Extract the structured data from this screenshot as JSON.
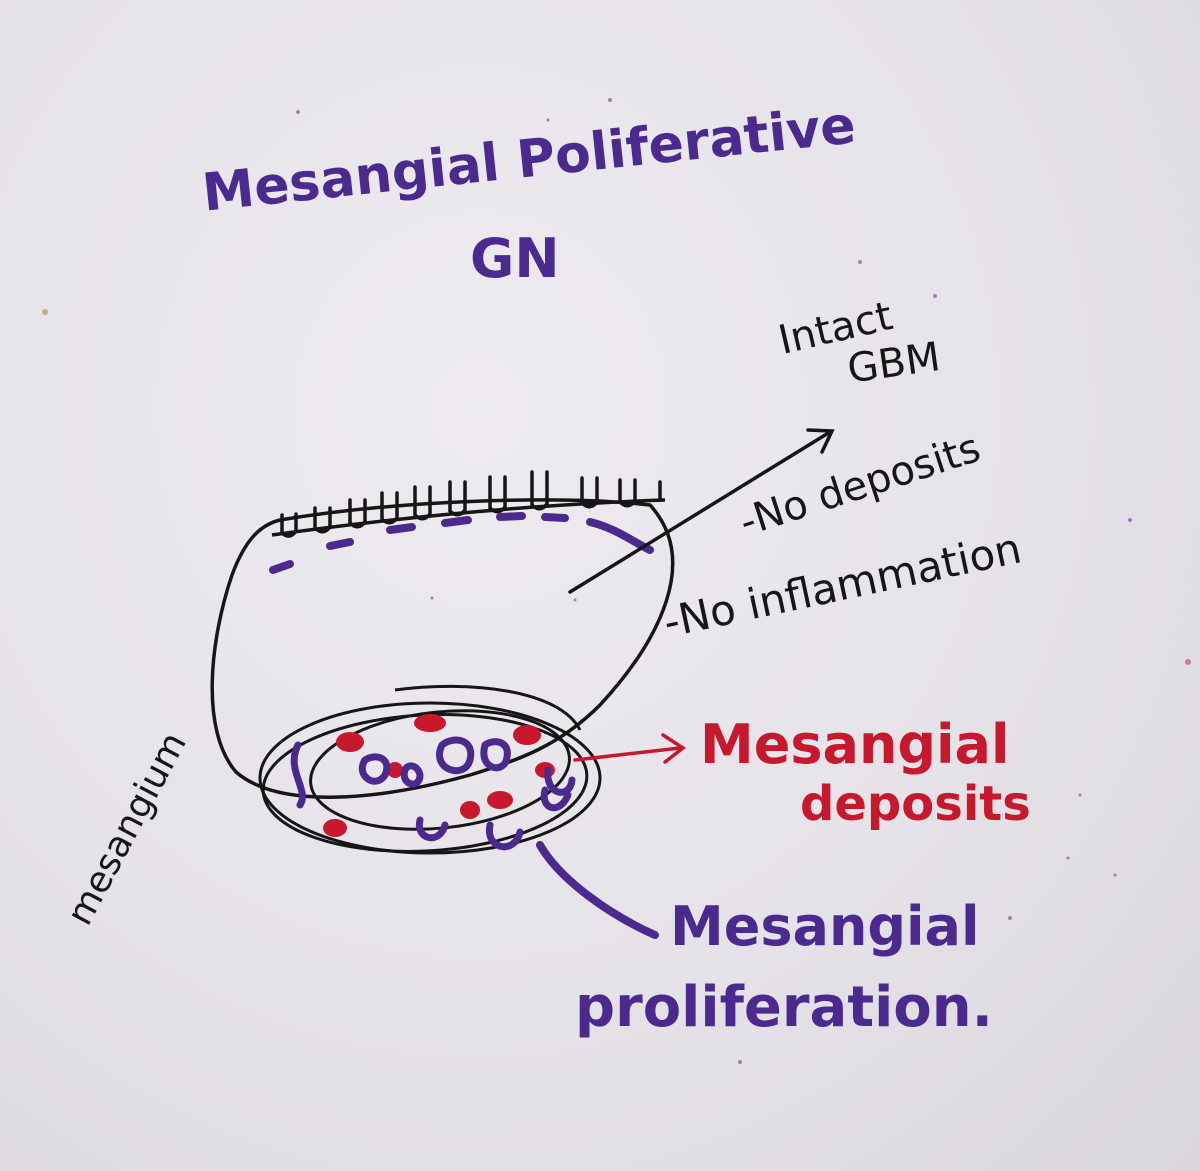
{
  "title": {
    "line1": "Mesangial Poliferative",
    "line2": "GN"
  },
  "labels": {
    "intact_gbm_line1": "Intact",
    "intact_gbm_line2": "GBM",
    "no_deposits": "-No deposits",
    "no_inflammation": "-No inflammation",
    "mesangium": "mesangium",
    "mesangial_deposits_line1": "Mesangial",
    "mesangial_deposits_line2": "deposits",
    "mesangial_prolif_line1": "Mesangial",
    "mesangial_prolif_line2": "proliferation."
  },
  "colors": {
    "ink_purple": "#4a2a8e",
    "ink_black": "#161616",
    "ink_red": "#c8182e",
    "paper": "#e8e5ea"
  }
}
